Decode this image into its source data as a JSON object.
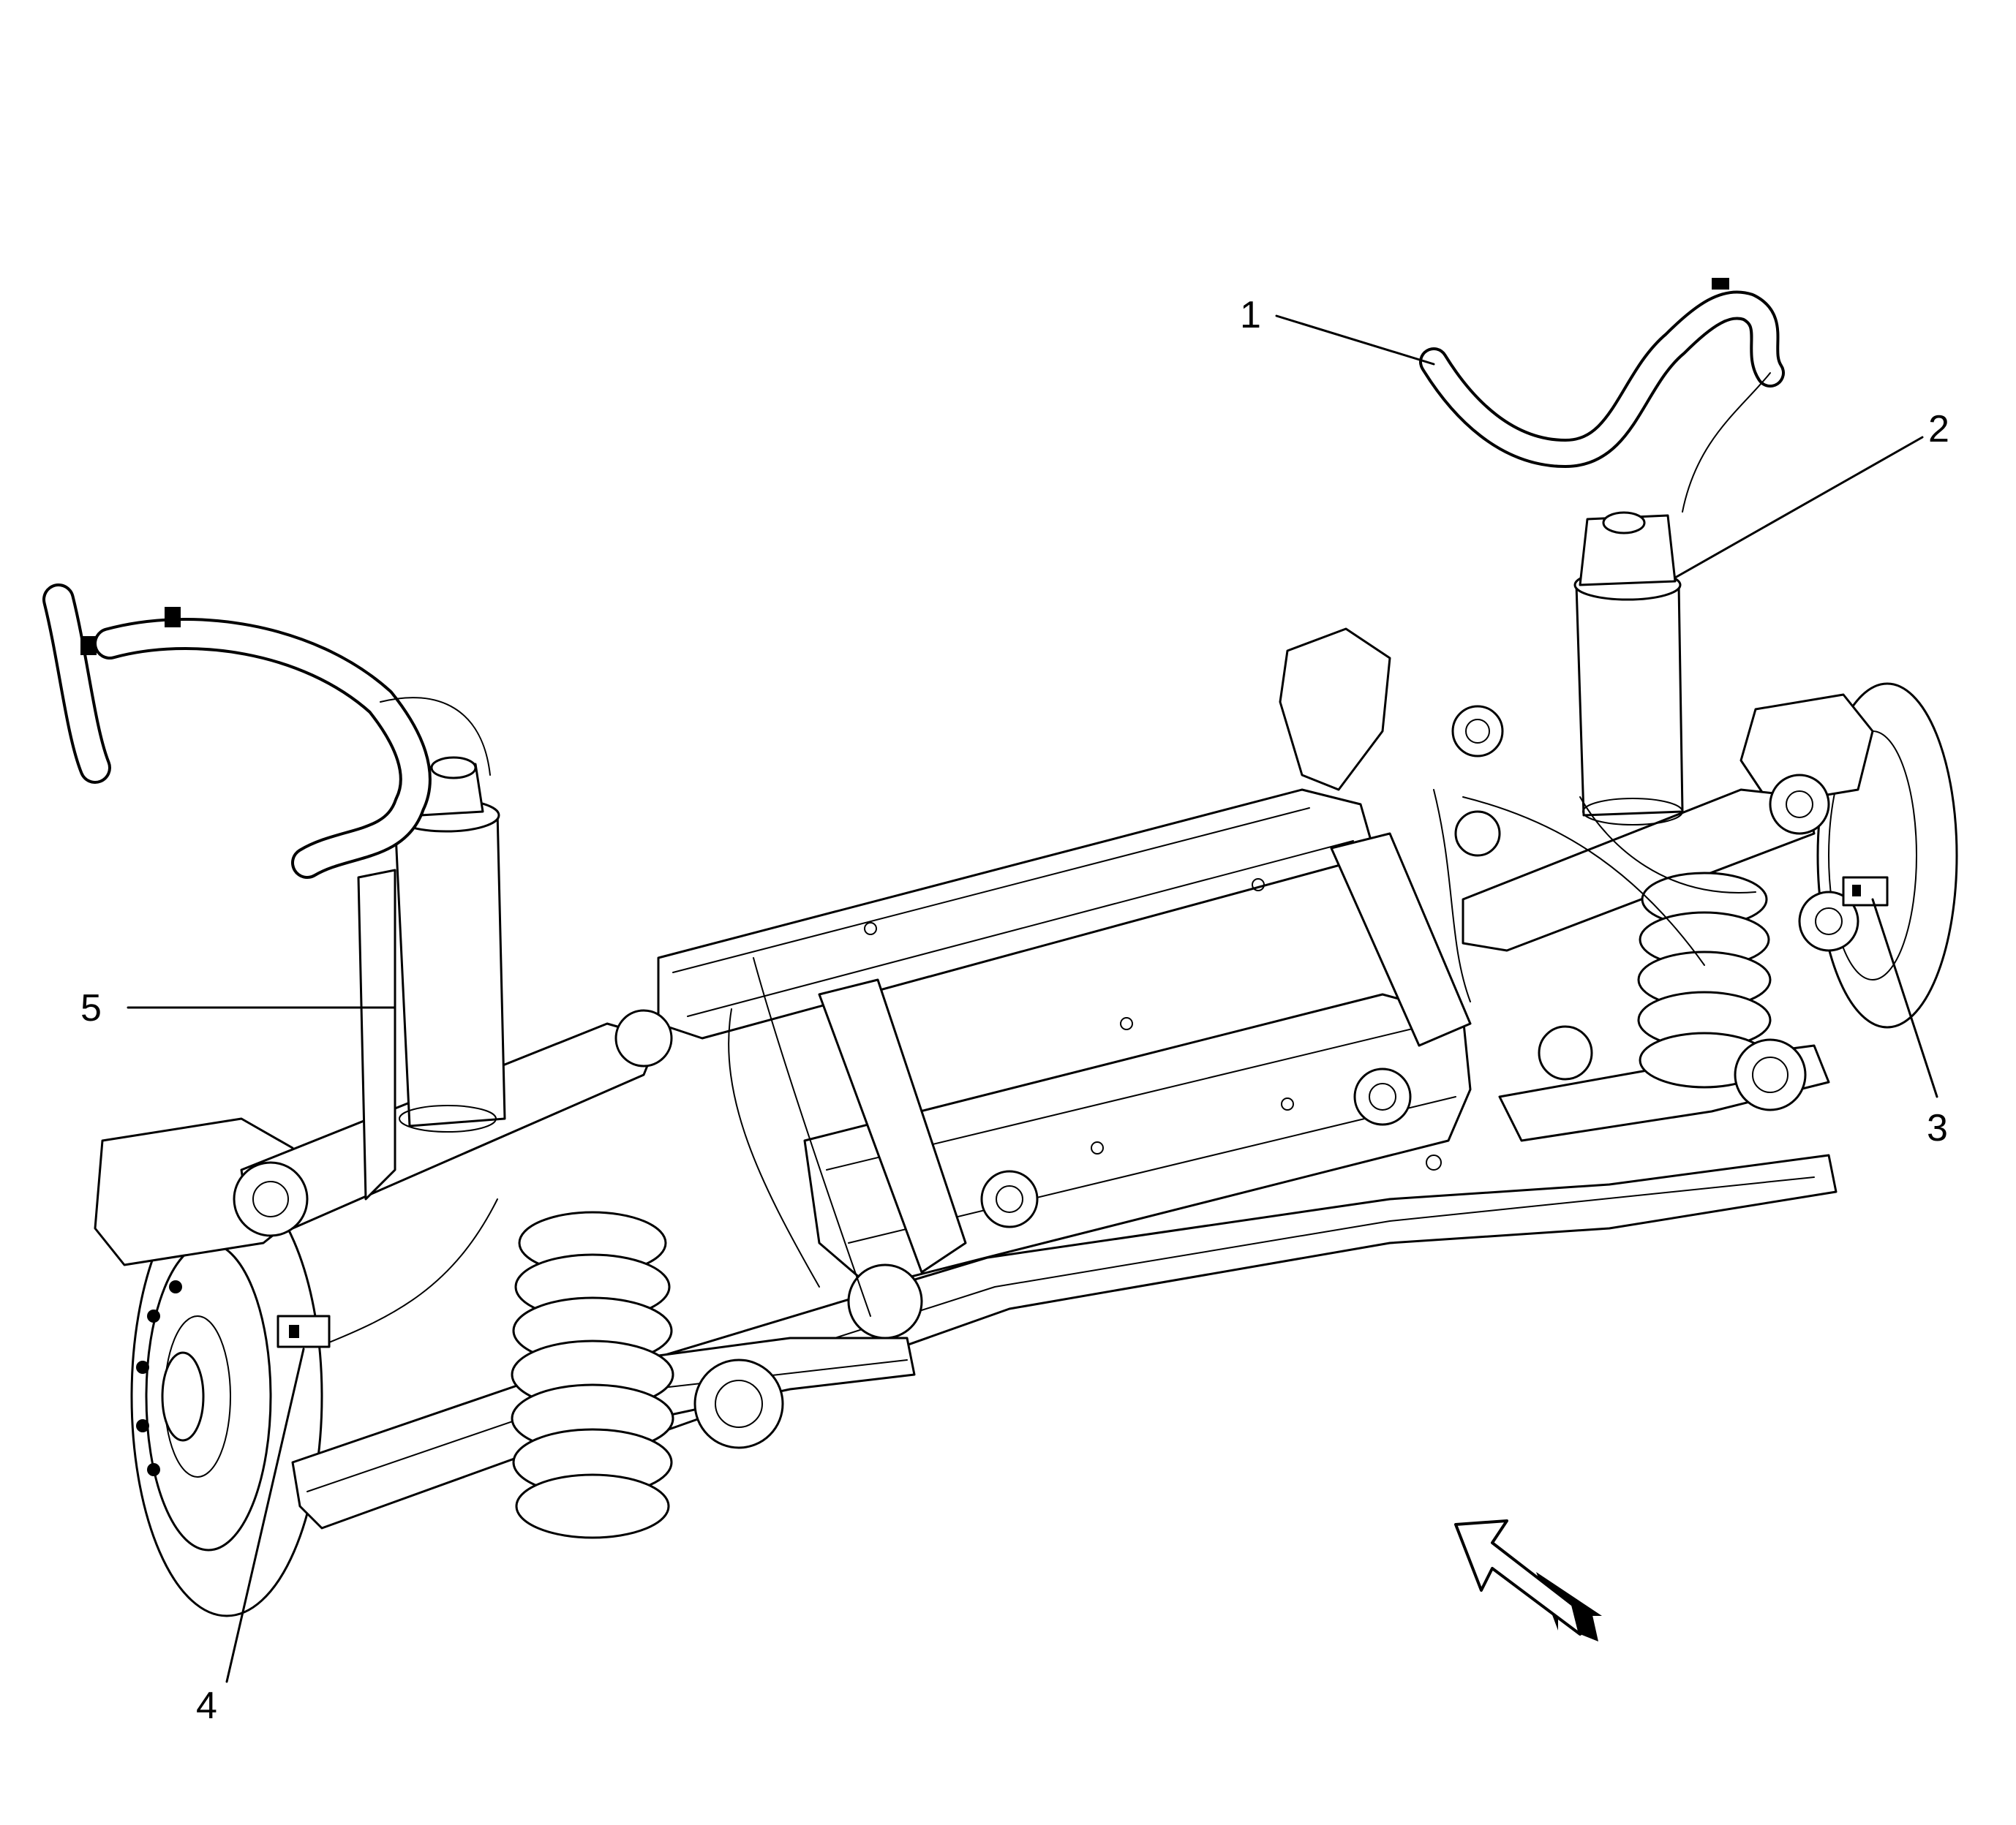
{
  "callouts": [
    {
      "id": "1",
      "label": "1",
      "part": "wiring-harness-right"
    },
    {
      "id": "2",
      "label": "2",
      "part": "shock-absorber-right"
    },
    {
      "id": "3",
      "label": "3",
      "part": "height-sensor-connector-right"
    },
    {
      "id": "4",
      "label": "4",
      "part": "height-sensor-connector-left"
    },
    {
      "id": "5",
      "label": "5",
      "part": "shock-absorber-left"
    }
  ],
  "view_arrow": {
    "icon": "front-of-vehicle-arrow-icon"
  },
  "colors": {
    "line": "#000000",
    "background": "#ffffff"
  }
}
